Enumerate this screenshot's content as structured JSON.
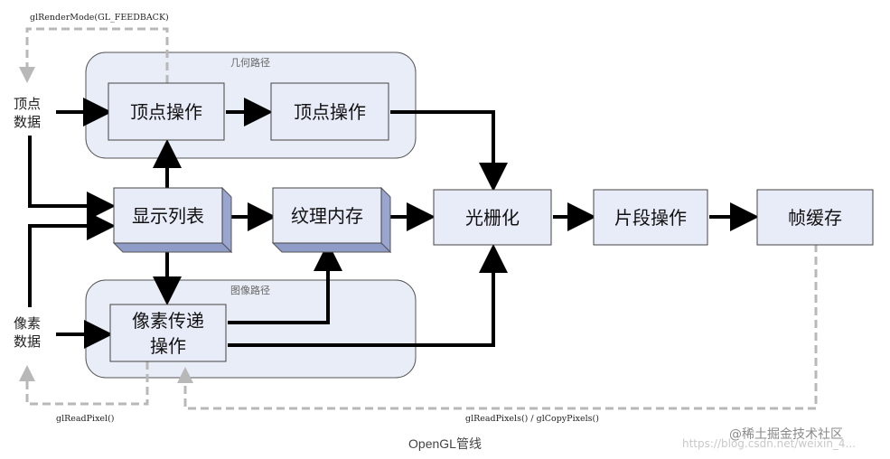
{
  "labels": {
    "feedback_mode": "glRenderMode(GL_FEEDBACK)",
    "geometry_path": "几何路径",
    "image_path": "图像路径",
    "vertex_data_l1": "顶点",
    "vertex_data_l2": "数据",
    "pixel_data_l1": "像素",
    "pixel_data_l2": "数据",
    "vertex_op_1": "顶点操作",
    "vertex_op_2": "顶点操作",
    "display_list": "显示列表",
    "texture_memory": "纹理内存",
    "rasterization": "光栅化",
    "fragment_ops": "片段操作",
    "frame_buffer": "帧缓存",
    "pixel_transfer_l1": "像素传递",
    "pixel_transfer_l2": "操作",
    "read_pixel": "glReadPixel()",
    "read_copy_pixels": "glReadPixels() / glCopyPixels()"
  },
  "caption": "OpenGL管线",
  "watermark": {
    "line1": "@稀土掘金技术社区",
    "line2": "https://blog.csdn.net/weixin_4..."
  },
  "colors": {
    "box_fill": "#e8ecf8",
    "group_fill": "#e9edf7",
    "arrow": "#000000",
    "dashed": "#b8b8b8",
    "shadow": "#9aa6d0"
  }
}
